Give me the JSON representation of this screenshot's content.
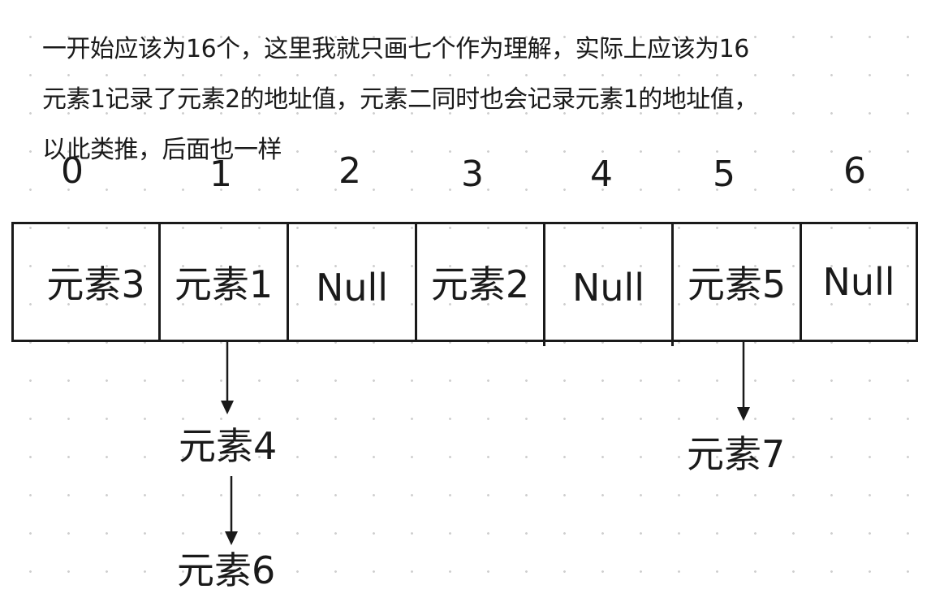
{
  "notes": [
    "一开始应该为16个，这里我就只画七个作为理解，实际上应该为16",
    "元素1记录了元素2的地址值，元素二同时也会记录元素1的地址值，",
    "以此类推，后面也一样"
  ],
  "indices": [
    "0",
    "1",
    "2",
    "3",
    "4",
    "5",
    "6"
  ],
  "cells": [
    "元素3",
    "元素1",
    "Null",
    "元素2",
    "Null",
    "元素5",
    "Null"
  ],
  "chains": {
    "under_index_1": [
      "元素4",
      "元素6"
    ],
    "under_index_5": [
      "元素7"
    ]
  }
}
